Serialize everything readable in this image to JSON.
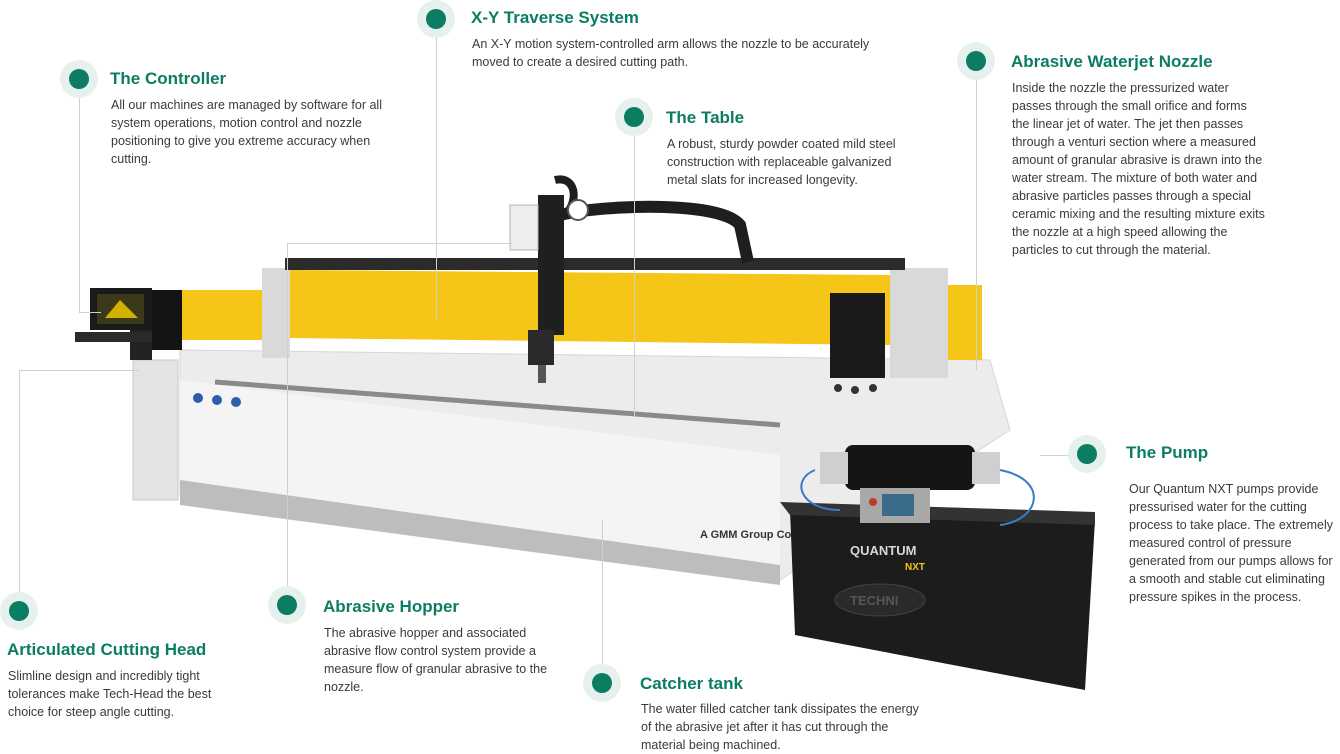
{
  "callouts": {
    "traverse": {
      "title": "X-Y Traverse System",
      "text": "An X-Y motion system-controlled arm allows the nozzle to be accurately moved to create a desired cutting path."
    },
    "controller": {
      "title": "The Controller",
      "text": "All our machines are managed by software for all system operations, motion control and nozzle positioning to give you extreme accuracy when cutting."
    },
    "table": {
      "title": "The Table",
      "text": "A robust, sturdy powder coated mild steel construction with replaceable galvanized metal slats for increased longevity."
    },
    "nozzle": {
      "title": "Abrasive Waterjet Nozzle",
      "text": "Inside the nozzle the pressurized water passes through the small orifice and forms the linear jet of water. The jet then passes through a venturi section where a measured amount of granular abrasive is drawn into the water stream. The mixture of both water and abrasive particles passes through a special ceramic mixing and the resulting mixture exits the nozzle at a high speed allowing the particles to cut through the material."
    },
    "pump": {
      "title": "The Pump",
      "text": "Our Quantum NXT pumps provide pressurised water for the cutting process to take place. The extremely measured control of pressure generated from our pumps allows for a smooth and stable cut eliminating pressure spikes in the process."
    },
    "cutting_head": {
      "title": "Articulated Cutting Head",
      "text": "Slimline design and incredibly tight tolerances make Tech-Head the best choice for steep angle cutting."
    },
    "hopper": {
      "title": "Abrasive Hopper",
      "text": "The abrasive hopper and associated abrasive flow control system provide a measure flow of granular abrasive to the nozzle."
    },
    "catcher": {
      "title": "Catcher tank",
      "text": "The water filled catcher tank dissipates the energy of the abrasive jet after it has cut through the material being machined."
    }
  },
  "machine": {
    "brand_text": "A GMM Group Co",
    "pump_brand": "QUANTUM",
    "pump_model": "NXT",
    "pump_logo": "TECHNI"
  },
  "colors": {
    "accent": "#0b7d63",
    "gantry": "#f5c518",
    "body": "#eeeeee",
    "pump": "#1c1c1c"
  }
}
